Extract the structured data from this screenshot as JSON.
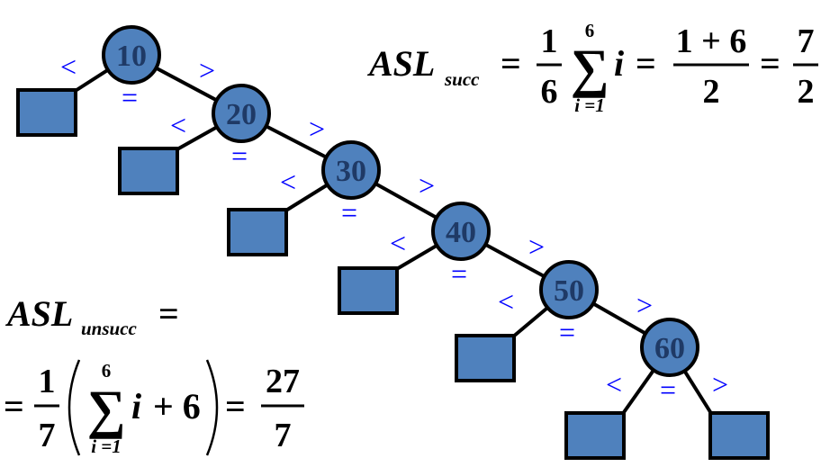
{
  "tree": {
    "nodes": [
      "10",
      "20",
      "30",
      "40",
      "50",
      "60"
    ],
    "comparison_symbols": {
      "less": "<",
      "greater": ">",
      "equal": "="
    },
    "colors": {
      "node_fill": "#4f81bd",
      "node_text": "#1f3a66",
      "edge": "#000000",
      "comparison": "#0000ff"
    }
  },
  "formula_succ": {
    "lhs": "ASL",
    "sub": "succ",
    "eq1": "=",
    "frac1_num": "1",
    "frac1_den": "6",
    "sum_symbol": "∑",
    "sum_upper": "6",
    "sum_lower": "i =1",
    "summand": "i",
    "eq2": "=",
    "frac2_num": "1 + 6",
    "frac2_den": "2",
    "eq3": "=",
    "frac3_num": "7",
    "frac3_den": "2"
  },
  "formula_unsucc": {
    "lhs": "ASL",
    "sub": "unsucc",
    "eq0": "=",
    "eq1": "=",
    "frac1_num": "1",
    "frac1_den": "7",
    "sum_symbol": "∑",
    "sum_upper": "6",
    "sum_lower": "i =1",
    "summand": "i",
    "plus_term": "+ 6",
    "eq2": "=",
    "frac2_num": "27",
    "frac2_den": "7"
  }
}
